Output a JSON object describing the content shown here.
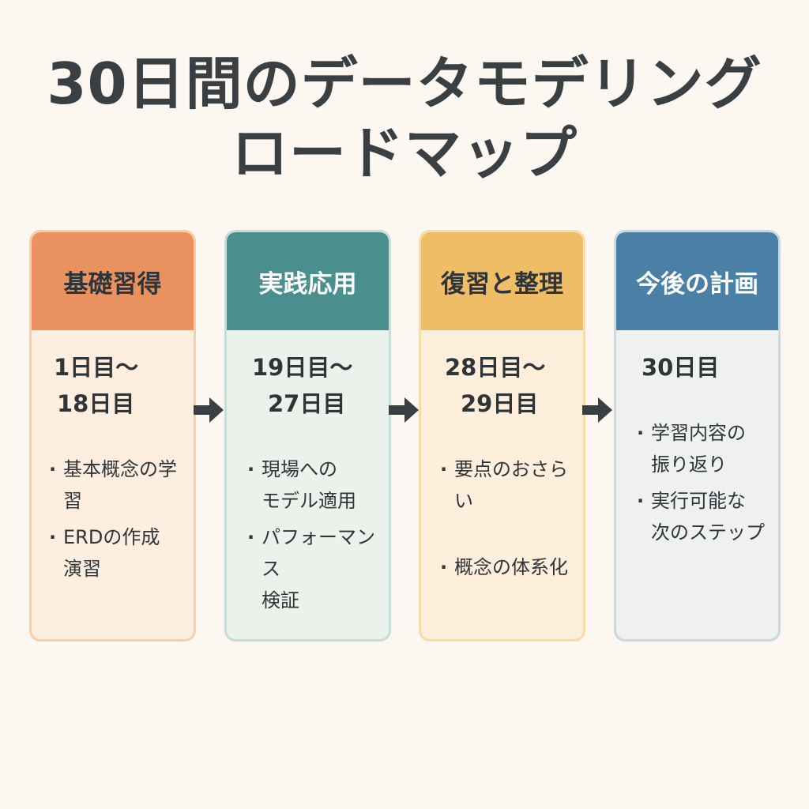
{
  "title": {
    "line1": "30日間のデータモデリング",
    "line2": "ロードマップ"
  },
  "colors": {
    "background": "#fcf7f0",
    "phase1": "#e9925f",
    "phase2": "#4a8f8e",
    "phase3": "#efbd66",
    "phase4": "#4a7fa6",
    "arrow": "#3a3f43"
  },
  "phases": [
    {
      "header": "基礎習得",
      "period_line1": "1日目〜",
      "period_line2": "18日目",
      "items": [
        "基本概念の学\n習",
        "ERDの作成\n演習"
      ]
    },
    {
      "header": "実践応用",
      "period_line1": "19日目〜",
      "period_line2": "27日目",
      "items": [
        "現場への\nモデル適用",
        "パフォーマンス\n検証"
      ]
    },
    {
      "header": "復習と整理",
      "period_line1": "28日目〜",
      "period_line2": "29日目",
      "items": [
        "要点のおさらい",
        "概念の体系化"
      ]
    },
    {
      "header": "今後の計画",
      "period_line1": "30日目",
      "period_line2": "",
      "items": [
        "学習内容の\n振り返り",
        "実行可能な\n次のステップ"
      ]
    }
  ],
  "arrow_icon": "arrow-right-icon"
}
